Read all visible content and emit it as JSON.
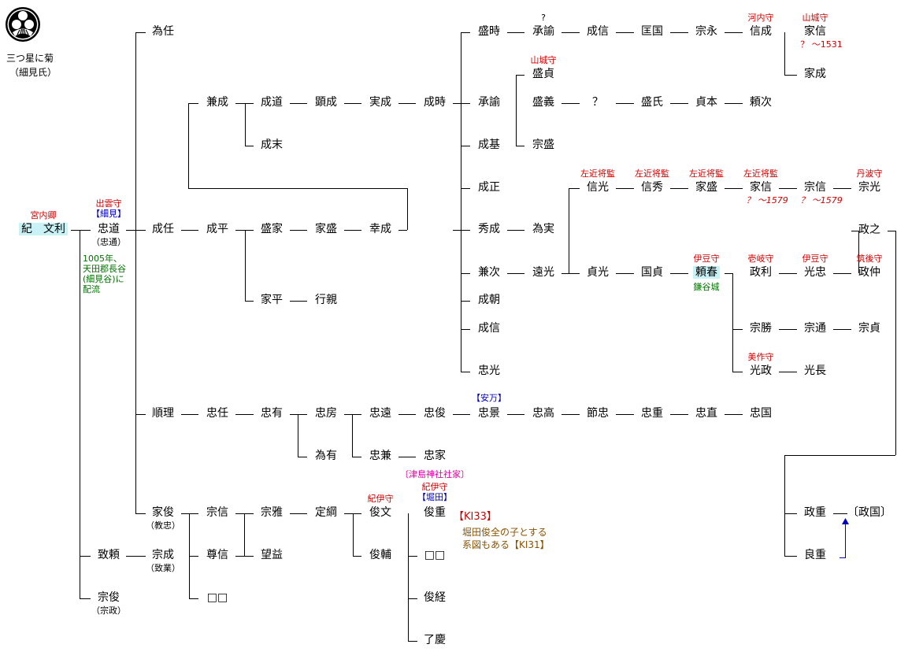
{
  "crest": {
    "caption": "三つ星に菊",
    "clan": "（細見氏）"
  },
  "people": [
    {
      "id": "norito",
      "name": "紀　文利",
      "title": "宮内卿"
    },
    {
      "id": "tadamichi",
      "name": "忠道",
      "title": "出雲守",
      "tag": "【細見】",
      "alt": "（忠通）"
    },
    {
      "id": "naritou",
      "name": "為任"
    },
    {
      "id": "narito",
      "name": "成任"
    },
    {
      "id": "junri",
      "name": "順理"
    },
    {
      "id": "ietoshi",
      "name": "家俊",
      "alt": "（教忠）"
    },
    {
      "id": "munetoshi",
      "name": "宗俊",
      "alt": "（宗政）"
    },
    {
      "id": "chiyori",
      "name": "致頼"
    },
    {
      "id": "munenari",
      "name": "宗成",
      "alt": "（致業）"
    },
    {
      "id": "kanenari",
      "name": "兼成"
    },
    {
      "id": "narihira",
      "name": "成平"
    },
    {
      "id": "narimichi",
      "name": "成道"
    },
    {
      "id": "narisue",
      "name": "成末"
    },
    {
      "id": "akinari",
      "name": "顕成"
    },
    {
      "id": "sanenari",
      "name": "実成"
    },
    {
      "id": "naritoki",
      "name": "成時"
    },
    {
      "id": "moriie",
      "name": "盛家"
    },
    {
      "id": "iehira",
      "name": "家平"
    },
    {
      "id": "ukechika",
      "name": "行親"
    },
    {
      "id": "iemori1",
      "name": "家盛"
    },
    {
      "id": "yukinari",
      "name": "幸成"
    },
    {
      "id": "moritoki",
      "name": "盛時"
    },
    {
      "id": "shoron1",
      "name": "承諭",
      "title": "?"
    },
    {
      "id": "narinobu1",
      "name": "成信"
    },
    {
      "id": "kunikuni",
      "name": "匡国"
    },
    {
      "id": "muneie",
      "name": "宗永"
    },
    {
      "id": "nobunari",
      "name": "信成",
      "title": "河内守"
    },
    {
      "id": "ienobu1",
      "name": "家信",
      "title": "山城守",
      "sub": "？ 〜1531"
    },
    {
      "id": "ienari",
      "name": "家成"
    },
    {
      "id": "shoron2",
      "name": "承諭"
    },
    {
      "id": "morisada",
      "name": "盛貞",
      "title": "山城守"
    },
    {
      "id": "morigi",
      "name": "盛義"
    },
    {
      "id": "unknown1",
      "name": "？"
    },
    {
      "id": "moriuji",
      "name": "盛氏"
    },
    {
      "id": "sadamoto",
      "name": "貞本"
    },
    {
      "id": "yoritsugu",
      "name": "頼次"
    },
    {
      "id": "munemori",
      "name": "宗盛"
    },
    {
      "id": "narimoto",
      "name": "成基"
    },
    {
      "id": "narimasa",
      "name": "成正"
    },
    {
      "id": "hidenari",
      "name": "秀成"
    },
    {
      "id": "tamezane",
      "name": "為実"
    },
    {
      "id": "kanetsugu",
      "name": "兼次"
    },
    {
      "id": "tomitsu",
      "name": "遠光"
    },
    {
      "id": "naritomo",
      "name": "成朝"
    },
    {
      "id": "narinobu2",
      "name": "成信"
    },
    {
      "id": "tadamitsu",
      "name": "忠光"
    },
    {
      "id": "nobumitsu",
      "name": "信光",
      "title": "左近将監"
    },
    {
      "id": "nobuhide",
      "name": "信秀",
      "title": "左近将監"
    },
    {
      "id": "iemori2",
      "name": "家盛",
      "title": "左近将監"
    },
    {
      "id": "ienobu2",
      "name": "家信",
      "title": "左近将監",
      "sub": "？ 〜1579"
    },
    {
      "id": "munenobu",
      "name": "宗信",
      "sub": "？ 〜1579"
    },
    {
      "id": "munemitsu",
      "name": "宗光",
      "title": "丹波守"
    },
    {
      "id": "sadamitsu",
      "name": "貞光"
    },
    {
      "id": "kunisada",
      "name": "国貞"
    },
    {
      "id": "yoriharu",
      "name": "頼春",
      "title": "伊豆守",
      "sub": "鎌谷城"
    },
    {
      "id": "masatoshi",
      "name": "政利",
      "title": "壱岐守"
    },
    {
      "id": "mitsutada",
      "name": "光忠",
      "title": "伊豆守"
    },
    {
      "id": "masanaka",
      "name": "政仲",
      "title": "筑後守"
    },
    {
      "id": "masayuki",
      "name": "政之"
    },
    {
      "id": "munekatsu",
      "name": "宗勝"
    },
    {
      "id": "munemichi",
      "name": "宗通"
    },
    {
      "id": "munesada",
      "name": "宗貞"
    },
    {
      "id": "mitsumasa",
      "name": "光政",
      "title": "美作守"
    },
    {
      "id": "mitsunaga",
      "name": "光長"
    },
    {
      "id": "tadato",
      "name": "忠任"
    },
    {
      "id": "tadaari",
      "name": "忠有"
    },
    {
      "id": "tadafusa",
      "name": "忠房"
    },
    {
      "id": "tameari",
      "name": "為有"
    },
    {
      "id": "tadato2",
      "name": "忠遠"
    },
    {
      "id": "tadatoshi",
      "name": "忠俊"
    },
    {
      "id": "tadakage",
      "name": "忠景",
      "tag": "【安万】"
    },
    {
      "id": "tadataka",
      "name": "忠高"
    },
    {
      "id": "setchu",
      "name": "節忠"
    },
    {
      "id": "tadashige",
      "name": "忠重"
    },
    {
      "id": "tadanao",
      "name": "忠直"
    },
    {
      "id": "tadakuni",
      "name": "忠国"
    },
    {
      "id": "tadakane",
      "name": "忠兼"
    },
    {
      "id": "tadaie",
      "name": "忠家"
    },
    {
      "id": "munenobu2",
      "name": "宗信"
    },
    {
      "id": "munemasa",
      "name": "宗雅"
    },
    {
      "id": "sadatsuna",
      "name": "定綱"
    },
    {
      "id": "toshifumi",
      "name": "俊文",
      "title": "紀伊守"
    },
    {
      "id": "toshishige",
      "name": "俊重",
      "shrine": "〔津島神社社家〕",
      "title": "紀伊守",
      "tag": "【堀田】"
    },
    {
      "id": "toshisuke",
      "name": "俊輔"
    },
    {
      "id": "boxA",
      "name": "□□"
    },
    {
      "id": "toshitsune",
      "name": "俊経"
    },
    {
      "id": "ryokei",
      "name": "了慶"
    },
    {
      "id": "sonshin",
      "name": "尊信"
    },
    {
      "id": "boueki",
      "name": "望益"
    },
    {
      "id": "boxB",
      "name": "□□"
    },
    {
      "id": "masashige",
      "name": "政重"
    },
    {
      "id": "masakuni",
      "name": "〔政国〕"
    },
    {
      "id": "yoshishige",
      "name": "良重"
    }
  ],
  "notes": {
    "location": [
      "1005年、",
      "天田郡長谷",
      "(細見谷)に",
      "配流"
    ],
    "ki33": "【KI33】",
    "ki31": [
      "堀田俊全の子とする",
      "系図もある【KI31】"
    ]
  },
  "colors": {
    "line": "#000000",
    "title": "#d00000",
    "tag": "#0000c0",
    "place": "#007000",
    "shrine": "#e000a0",
    "note": "#8a5200",
    "highlight": "#c9f2f6"
  }
}
